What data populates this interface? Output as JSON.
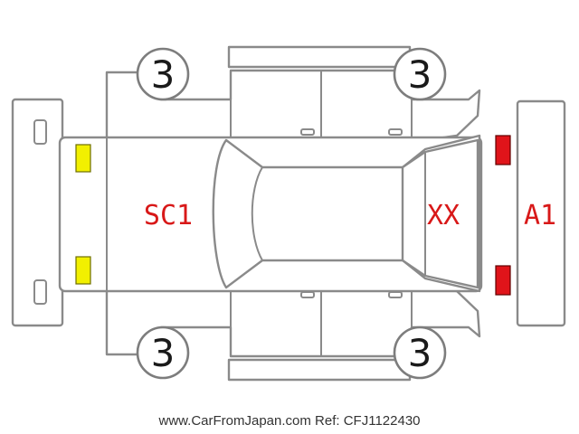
{
  "wheels": {
    "front_left": "3",
    "front_right": "3",
    "rear_left": "3",
    "rear_right": "3"
  },
  "panels": {
    "hood": "SC1",
    "windshield": "XX",
    "front_bumper": "A1"
  },
  "marker_colors": {
    "rear_markers": "#f2f000",
    "front_markers": "#e0141a"
  },
  "footer": {
    "website": "www.CarFromJapan.com",
    "reference": "Ref: CFJ1122430"
  }
}
